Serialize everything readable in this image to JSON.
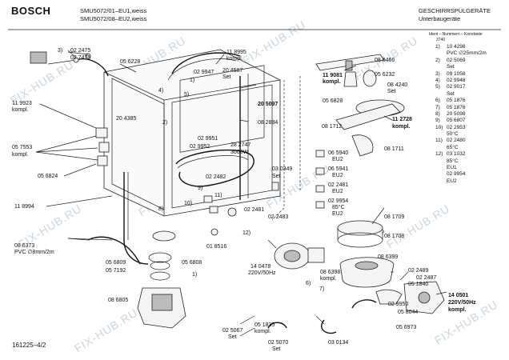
{
  "header": {
    "brand": "BOSCH",
    "model_line1": "SMU5072/01–EU1,weiss",
    "model_line2": "SMU5072/08–EU2,weiss",
    "category_line1": "GESCHIRRSPÜLGERÄTE",
    "category_line2": "Unterbaugeräte",
    "ident_label": "Ident – Nummern – Konstante",
    "ident_value": "3740"
  },
  "legend": [
    {
      "num": "1)",
      "text": "10 4298"
    },
    {
      "num": "",
      "text": "PVC ∅25mm/2m"
    },
    {
      "num": "2)",
      "text": "02 5069"
    },
    {
      "num": "",
      "text": "Set"
    },
    {
      "num": "3)",
      "text": "09 1058"
    },
    {
      "num": "4)",
      "text": "02 9948"
    },
    {
      "num": "5)",
      "text": "02 9017"
    },
    {
      "num": "",
      "text": "Set"
    },
    {
      "num": "6)",
      "text": "05 1876"
    },
    {
      "num": "7)",
      "text": "05 1876"
    },
    {
      "num": "8)",
      "text": "20 5098"
    },
    {
      "num": "9)",
      "text": "05 6807"
    },
    {
      "num": "10)",
      "text": "02 2953"
    },
    {
      "num": "",
      "text": "50°C"
    },
    {
      "num": "11)",
      "text": "02 2480"
    },
    {
      "num": "",
      "text": "65°C"
    },
    {
      "num": "12)",
      "text": "03 1032"
    },
    {
      "num": "",
      "text": "85°C"
    },
    {
      "num": "",
      "text": "EU1"
    },
    {
      "num": "",
      "text": "02 9954"
    },
    {
      "num": "",
      "text": "EU2"
    }
  ],
  "labels": {
    "l_3": "3)",
    "l_022475": "02 2475",
    "l_027475": "02 7475",
    "l_056228": "05 6228",
    "l_029947": "02 9947",
    "l_118995": "11 8995",
    "l_kompl1": "kompl.",
    "l_204587": "20 4587",
    "l_set1": "Set",
    "l_1a": "1)",
    "l_4": "4)",
    "l_5": "5)",
    "l_205097": "20 5097",
    "l_119923": "11 9923",
    "l_kompl2": "kompl.",
    "l_204385": "20 4385",
    "l_2": "2)",
    "l_082894": "08 2894",
    "l_029951": "02 9951",
    "l_029952": "02 9952",
    "l_057553": "05 7553",
    "l_kompl3": "kompl.",
    "l_282747": "28 2747",
    "l_3000w": "3000W",
    "l_056824": "05 6824",
    "l_022482": "02 2482",
    "l_030349": "03 0349",
    "l_set2": "Set",
    "l_9": "9)",
    "l_11": "11)",
    "l_10": "10)",
    "l_118994": "11 8994",
    "l_8": "8)",
    "l_022481a": "02 2481",
    "l_022483": "02 2483",
    "l_12": "12)",
    "l_018516": "01 8516",
    "l_086373": "08 6373",
    "l_pvc8": "PVC ∅8mm/2m",
    "l_056809": "05 6809",
    "l_057192": "05 7192",
    "l_056808": "05 6808",
    "l_1b": "1)",
    "l_086805": "08 6805",
    "l_051835": "05 1835",
    "l_kompl4": "kompl.",
    "l_025067": "02 5067",
    "l_set3": "Set",
    "l_025070": "02 5070",
    "l_set4": "Set",
    "l_030134": "03 0134",
    "l_140478": "14 0478",
    "l_220v1": "220V/50Hz",
    "l_086398": "08 6398",
    "l_kompl5": "kompl.",
    "l_6": "6)",
    "l_7": "7)",
    "l_081709": "08 1709",
    "l_081708": "08 1708",
    "l_086399": "08 6399",
    "l_022489": "02 2489",
    "l_022487": "02 2487",
    "l_051840": "05 1840",
    "l_029950": "02 9950",
    "l_058044": "05 8044",
    "l_140501": "14 0501",
    "l_220v2": "220V/50Hz",
    "l_kompl6": "kompl.",
    "l_056973": "05 6973",
    "l_086466": "08 6466",
    "l_119081": "11 9081",
    "l_kompl7": "kompl.",
    "l_056232": "05 6232",
    "l_084240": "08 4240",
    "l_set5": "Set",
    "l_056828": "05 6828",
    "l_112728": "11 2728",
    "l_kompl8": "kompl.",
    "l_081712": "08 1712",
    "l_081711": "08 1711",
    "l_065940": "06 5940",
    "l_eu2a": "EU2",
    "l_065941": "06 5941",
    "l_eu2b": "EU2",
    "l_022481b": "02 2481",
    "l_eu2c": "EU2",
    "l_029954": "02 9954",
    "l_85c": "85°C",
    "l_eu2d": "EU2"
  },
  "footer": {
    "code": "161225–4/2"
  },
  "watermark": "FIX-HUB.RU"
}
